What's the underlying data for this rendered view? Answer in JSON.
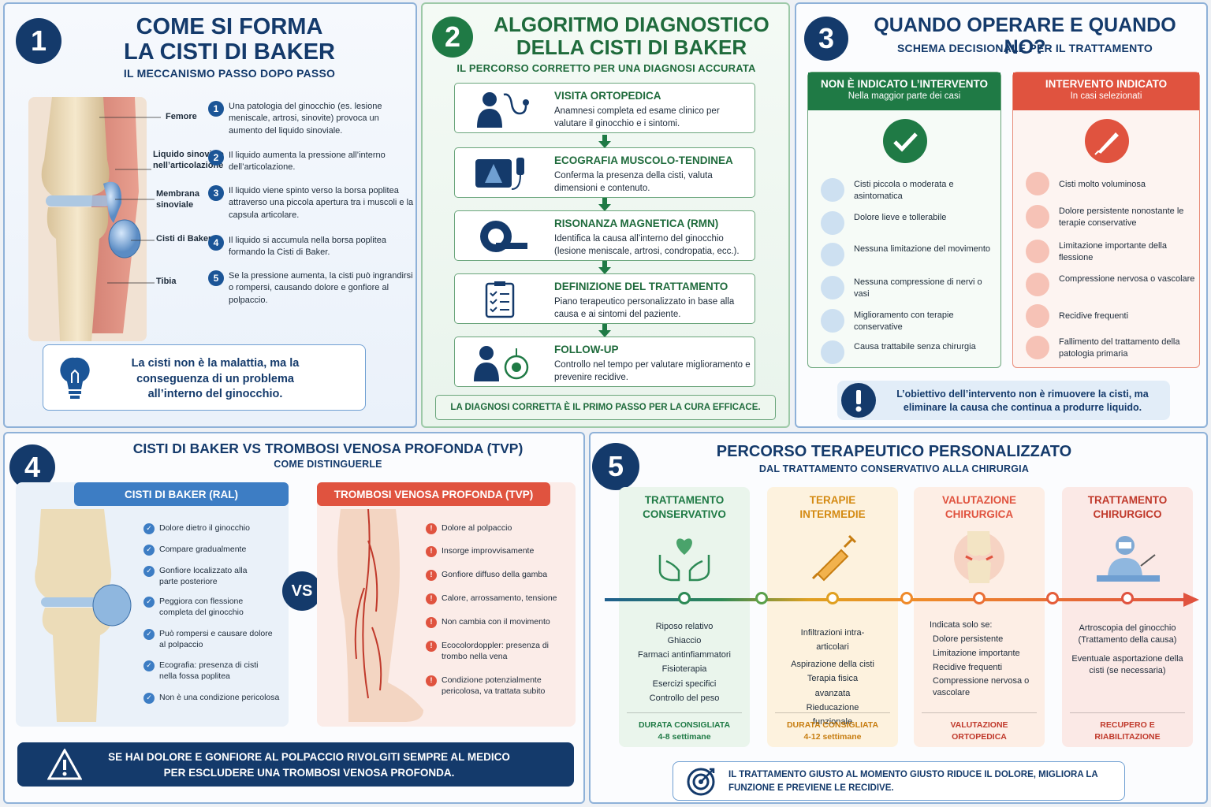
{
  "p1": {
    "num": "1",
    "title1": "COME SI FORMA",
    "title2": "LA CISTI DI BAKER",
    "subtitle": "IL MECCANISMO PASSO DOPO PASSO",
    "labels": [
      "Femore",
      "Liquido sinoviale nell’articolazione",
      "Membrana sinoviale",
      "Cisti di Baker",
      "Tibia"
    ],
    "steps": [
      {
        "n": "1",
        "text": "Una patologia del ginocchio (es. lesione meniscale, artrosi, sinovite) provoca un aumento del liquido sinoviale."
      },
      {
        "n": "2",
        "text": "Il liquido aumenta la pressione all’interno dell’articolazione."
      },
      {
        "n": "3",
        "text": "Il liquido viene spinto verso la borsa poplitea attraverso una piccola apertura tra i muscoli e la capsula articolare."
      },
      {
        "n": "4",
        "text": "Il liquido si accumula nella borsa poplitea formando la Cisti di Baker."
      },
      {
        "n": "5",
        "text": "Se la pressione aumenta, la cisti può ingrandirsi o rompersi, causando dolore e gonfiore al polpaccio."
      }
    ],
    "callout": "La cisti non è la malattia, ma la conseguenza di un problema all’interno del ginocchio."
  },
  "p2": {
    "num": "2",
    "title1": "ALGORITMO DIAGNOSTICO",
    "title2": "DELLA CISTI DI BAKER",
    "subtitle": "IL PERCORSO CORRETTO PER UNA DIAGNOSI ACCURATA",
    "cards": [
      {
        "title": "VISITA ORTOPEDICA",
        "desc": "Anamnesi completa ed esame clinico per valutare il ginocchio e i sintomi.",
        "icon": "doctor-icon"
      },
      {
        "title": "ECOGRAFIA MUSCOLO-TENDINEA",
        "desc": "Conferma la presenza della cisti, valuta dimensioni e contenuto.",
        "icon": "ultrasound-icon"
      },
      {
        "title": "RISONANZA MAGNETICA (RMN)",
        "desc": "Identifica la causa all’interno del ginocchio (lesione meniscale, artrosi, condropatia, ecc.).",
        "icon": "mri-icon"
      },
      {
        "title": "DEFINIZIONE DEL TRATTAMENTO",
        "desc": "Piano terapeutico personalizzato in base alla causa e ai sintomi del paziente.",
        "icon": "clipboard-icon"
      },
      {
        "title": "FOLLOW-UP",
        "desc": "Controllo nel tempo per valutare miglioramento e prevenire recidive.",
        "icon": "target-person-icon"
      }
    ],
    "footer": "LA DIAGNOSI CORRETTA È IL PRIMO PASSO PER LA CURA EFFICACE."
  },
  "p3": {
    "num": "3",
    "title": "QUANDO OPERARE E QUANDO NO?",
    "subtitle": "SCHEMA DECISIONALE PER IL TRATTAMENTO",
    "no": {
      "title": "NON È INDICATO L’INTERVENTO",
      "sub": "Nella maggior parte dei casi",
      "items": [
        "Cisti piccola o moderata e asintomatica",
        "Dolore lieve e tollerabile",
        "Nessuna limitazione del movimento",
        "Nessuna compressione di nervi o vasi",
        "Miglioramento con terapie conservative",
        "Causa trattabile senza chirurgia"
      ]
    },
    "yes": {
      "title": "INTERVENTO INDICATO",
      "sub": "In casi selezionati",
      "items": [
        "Cisti molto voluminosa",
        "Dolore persistente nonostante le terapie conservative",
        "Limitazione importante della flessione",
        "Compressione nervosa o vascolare",
        "Recidive frequenti",
        "Fallimento del trattamento della patologia primaria"
      ]
    },
    "note": "L’obiettivo dell’intervento non è rimuovere la cisti, ma eliminare la causa che continua a produrre liquido.",
    "colors": {
      "green": "#1f7a45",
      "red": "#e0533f"
    }
  },
  "p4": {
    "num": "4",
    "title": "CISTI DI BAKER VS TROMBOSI VENOSA PROFONDA (TVP)",
    "subtitle": "COME DISTINGUERLE",
    "vs": "VS",
    "baker": {
      "title": "CISTI DI BAKER (RAL)",
      "items": [
        "Dolore dietro il ginocchio",
        "Compare gradualmente",
        "Gonfiore localizzato alla parte posteriore",
        "Peggiora con flessione completa del ginocchio",
        "Può rompersi e causare dolore al polpaccio",
        "Ecografia: presenza di cisti nella fossa poplitea",
        "Non è una condizione pericolosa"
      ]
    },
    "tvp": {
      "title": "TROMBOSI VENOSA PROFONDA (TVP)",
      "items": [
        "Dolore al polpaccio",
        "Insorge improvvisamente",
        "Gonfiore diffuso della gamba",
        "Calore, arrossamento, tensione",
        "Non cambia con il movimento",
        "Ecocolordoppler: presenza di trombo nella vena",
        "Condizione potenzialmente pericolosa, va trattata subito"
      ]
    },
    "warning": "SE HAI DOLORE E GONFIORE AL POLPACCIO RIVOLGITI SEMPRE AL MEDICO PER ESCLUDERE UNA TROMBOSI VENOSA PROFONDA."
  },
  "p5": {
    "num": "5",
    "title": "PERCORSO TERAPEUTICO PERSONALIZZATO",
    "subtitle": "DAL TRATTAMENTO CONSERVATIVO ALLA CHIRURGIA",
    "cols": [
      {
        "title": "TRATTAMENTO CONSERVATIVO",
        "items": [
          "Riposo relativo",
          "Ghiaccio",
          "Farmaci antinfiammatori",
          "Fisioterapia",
          "Esercizi specifici",
          "Controllo del peso"
        ],
        "foot": "DURATA CONSIGLIATA 4-8 settimane"
      },
      {
        "title": "TERAPIE INTERMEDIE",
        "items": [
          "Infiltrazioni intra-articolari",
          "Aspirazione della cisti",
          "Terapia fisica avanzata",
          "Rieducazione funzionale"
        ],
        "foot": "DURATA CONSIGLIATA 4-12 settimane"
      },
      {
        "title": "VALUTAZIONE CHIRURGICA",
        "lead": "Indicata solo se:",
        "items": [
          "Dolore persistente",
          "Limitazione importante",
          "Recidive frequenti",
          "Compressione nervosa o vascolare"
        ],
        "foot": "VALUTAZIONE ORTOPEDICA"
      },
      {
        "title": "TRATTAMENTO CHIRURGICO",
        "items": [
          "Artroscopia del ginocchio (Trattamento della causa)",
          "Eventuale asportazione della cisti (se necessaria)"
        ],
        "foot": "RECUPERO E RIABILITAZIONE"
      }
    ],
    "footer": "IL TRATTAMENTO GIUSTO AL MOMENTO GIUSTO RIDUCE IL DOLORE, MIGLIORA LA FUNZIONE E PREVIENE LE RECIDIVE."
  }
}
